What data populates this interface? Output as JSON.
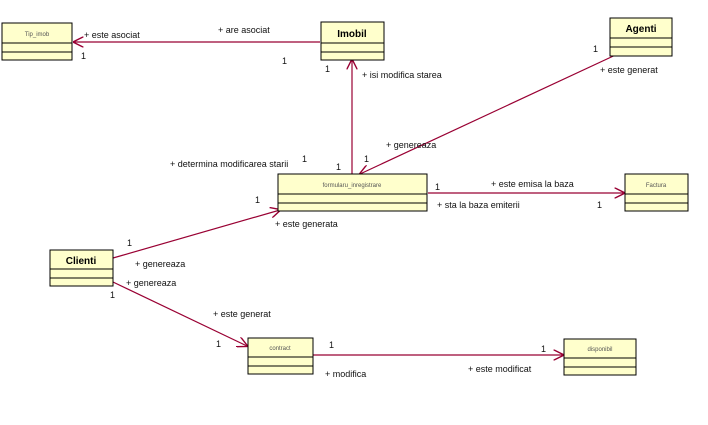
{
  "classes": {
    "tip_imob": "Tip_imob",
    "imobil": "Imobil",
    "agenti": "Agenti",
    "formular": "formularu_inregistrare",
    "factura": "Factura",
    "clienti": "Clienti",
    "contract": "contract",
    "disponibil": "disponibil"
  },
  "labels": {
    "este_asociat": "+ este asociat",
    "are_asociat": "+ are asociat",
    "isi_modifica_starea": "+ isi modifica starea",
    "este_generat_agenti": "+ este generat",
    "genereaza_agenti": "+ genereaza",
    "determina": "+ determina modificarea starii",
    "este_emisa": "+ este emisa la baza",
    "sta_la_baza": "+ sta la baza emiterii",
    "este_generata": "+ este generata",
    "genereaza_clienti1": "+ genereaza",
    "genereaza_clienti2": "+ genereaza",
    "este_generat_contract": "+ este generat",
    "modifica": "+ modifica",
    "este_modificat": "+ este modificat"
  },
  "multiplicities": {
    "m1": "1",
    "m2": "1",
    "m3": "1",
    "m4": "1",
    "m5": "1",
    "m6": "1",
    "m7": "1",
    "m8": "1",
    "m9": "1",
    "m10": "1",
    "m11": "1",
    "m12": "1",
    "m13": "1",
    "m14": "1",
    "m15": "1"
  },
  "colors": {
    "class_fill": "#ffffcc",
    "line": "#990033",
    "border": "#000000"
  }
}
